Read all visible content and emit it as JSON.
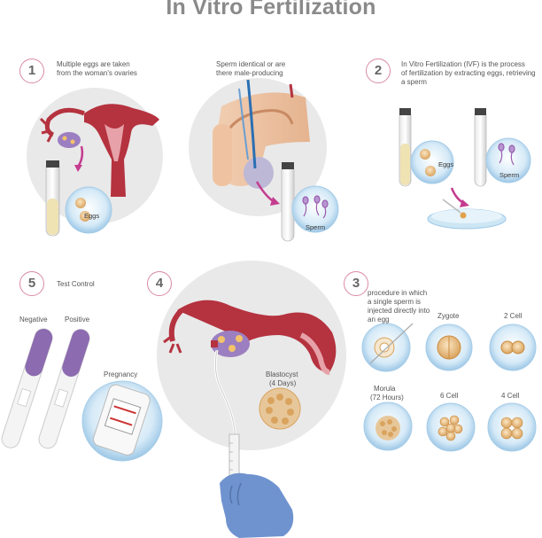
{
  "title": "In Vitro Fertilization",
  "steps": {
    "s1": {
      "num": "1",
      "caption_l1": "Multiple eggs are taken",
      "caption_l2": "from the woman's ovaries",
      "eggs_label": "Eggs"
    },
    "sperm_panel": {
      "caption_l1": "Sperm identical or are",
      "caption_l2": "there male-producing",
      "sperm_label": "Sperm"
    },
    "s2": {
      "num": "2",
      "caption_l1": "In Vitro Fertilization (IVF) is the process",
      "caption_l2": "of fertilization by extracting eggs, retrieving",
      "caption_l3": "a sperm",
      "eggs_label": "Eggs",
      "sperm_label": "Sperm"
    },
    "s3": {
      "num": "3",
      "caption_l1": "procedure in which",
      "caption_l2": "a single sperm is",
      "caption_l3": "injected directly into",
      "caption_l4": "an egg",
      "zygote": "Zygote",
      "two_cell": "2 Cell",
      "morula_l1": "Morula",
      "morula_l2": "(72 Hours)",
      "six_cell": "6 Cell",
      "four_cell": "4 Cell"
    },
    "s4": {
      "num": "4",
      "blast_l1": "Blastocyst",
      "blast_l2": "(4 Days)"
    },
    "s5": {
      "num": "5",
      "caption": "Test Control",
      "negative": "Negative",
      "positive": "Positive",
      "pregnancy": "Pregnancy"
    }
  },
  "colors": {
    "accent_ring": "#d98aa5",
    "circle_bg": "#e9e9e9",
    "bubble": "#b9d9f0",
    "tissue": "#b5323f",
    "purple": "#8c6bb0",
    "glove": "#6f93cf"
  }
}
